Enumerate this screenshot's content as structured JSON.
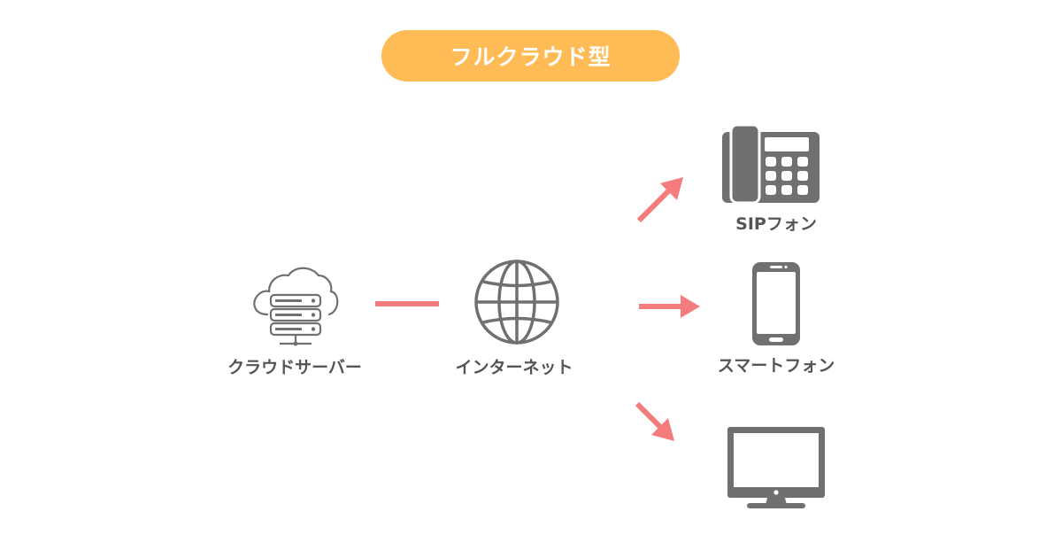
{
  "title": "フルクラウド型",
  "nodes": {
    "cloud_server": {
      "label": "クラウドサーバー",
      "icon": "cloud-server-icon"
    },
    "internet": {
      "label": "インターネット",
      "icon": "globe-icon"
    },
    "sip_phone": {
      "label": "SIPフォン",
      "icon": "desk-phone-icon"
    },
    "smartphone": {
      "label": "スマートフォン",
      "icon": "smartphone-icon"
    },
    "pc": {
      "label": "",
      "icon": "monitor-icon"
    }
  },
  "edges": [
    {
      "from": "cloud_server",
      "to": "internet",
      "arrow": false
    },
    {
      "from": "internet",
      "to": "sip_phone",
      "arrow": true
    },
    {
      "from": "internet",
      "to": "smartphone",
      "arrow": true
    },
    {
      "from": "internet",
      "to": "pc",
      "arrow": true
    }
  ],
  "colors": {
    "title_bg": "#FFBC56",
    "arrow": "#F47C7C",
    "icon": "#707070",
    "label": "#555555"
  }
}
